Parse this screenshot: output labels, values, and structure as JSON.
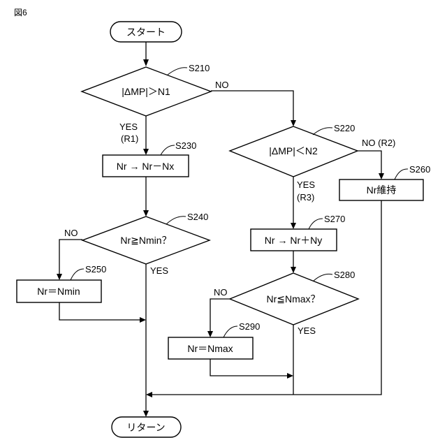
{
  "figure_label": "図6",
  "nodes": {
    "start": "スタート",
    "decision_s210": "|ΔMP|＞N1",
    "process_s230": "Nr → Nr－Nx",
    "decision_s220": "|ΔMP|＜N2",
    "process_s260": "Nr維持",
    "decision_s240": "Nr≧Nmin？",
    "process_s270": "Nr → Nr＋Ny",
    "process_s250": "Nr＝Nmin",
    "decision_s280": "Nr≦Nmax？",
    "process_s290": "Nr＝Nmax",
    "end": "リターン"
  },
  "steps": {
    "s210": "S210",
    "s220": "S220",
    "s230": "S230",
    "s240": "S240",
    "s250": "S250",
    "s260": "S260",
    "s270": "S270",
    "s280": "S280",
    "s290": "S290"
  },
  "branches": {
    "s210_yes": "YES",
    "s210_yes_ref": "(R1)",
    "s210_no": "NO",
    "s220_yes": "YES",
    "s220_yes_ref": "(R3)",
    "s220_no": "NO (R2)",
    "s240_yes": "YES",
    "s240_no": "NO",
    "s280_yes": "YES",
    "s280_no": "NO"
  }
}
